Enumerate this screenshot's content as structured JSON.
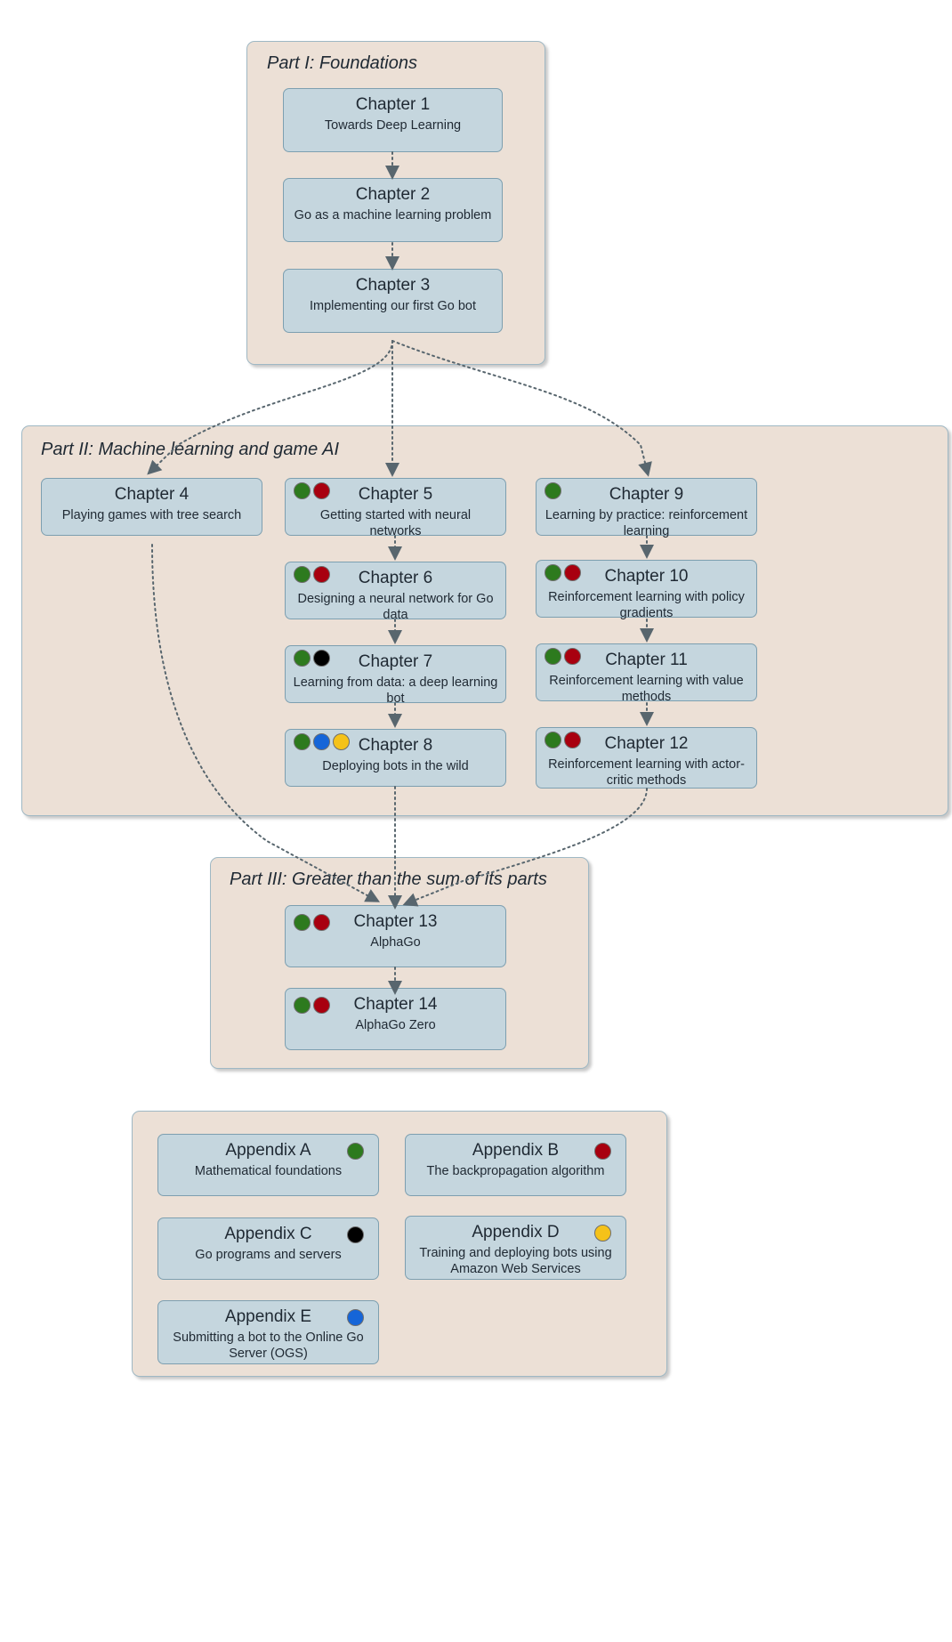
{
  "legend_colors": {
    "green": "#2d7a1e",
    "red": "#a8000f",
    "black": "#000000",
    "blue": "#1565d8",
    "yellow": "#f5c219"
  },
  "theme": {
    "cluster_fill": "#ece0d6",
    "cluster_border": "#9fb8c4",
    "node_fill": "#c5d6de",
    "node_border": "#7d9fb0",
    "text": "#1f2933",
    "edge": "#58666e"
  },
  "clusters": [
    {
      "id": "part1",
      "title": "Part I: Foundations"
    },
    {
      "id": "part2",
      "title": "Part II: Machine learning and game AI"
    },
    {
      "id": "part3",
      "title": "Part III: Greater than the sum of its parts"
    },
    {
      "id": "appendices",
      "title": ""
    }
  ],
  "chapters": [
    {
      "id": "ch1",
      "title": "Chapter 1",
      "subtitle": "Towards Deep Learning",
      "dots": []
    },
    {
      "id": "ch2",
      "title": "Chapter 2",
      "subtitle": "Go as a machine learning problem",
      "dots": []
    },
    {
      "id": "ch3",
      "title": "Chapter 3",
      "subtitle": "Implementing our first Go bot",
      "dots": []
    },
    {
      "id": "ch4",
      "title": "Chapter 4",
      "subtitle": "Playing games with tree search",
      "dots": []
    },
    {
      "id": "ch5",
      "title": "Chapter 5",
      "subtitle": "Getting started with neural networks",
      "dots": [
        "green",
        "red"
      ]
    },
    {
      "id": "ch6",
      "title": "Chapter 6",
      "subtitle": "Designing a neural network for Go data",
      "dots": [
        "green",
        "red"
      ]
    },
    {
      "id": "ch7",
      "title": "Chapter 7",
      "subtitle": "Learning from data: a deep learning bot",
      "dots": [
        "green",
        "black"
      ]
    },
    {
      "id": "ch8",
      "title": "Chapter 8",
      "subtitle": "Deploying bots in the wild",
      "dots": [
        "green",
        "blue",
        "yellow"
      ]
    },
    {
      "id": "ch9",
      "title": "Chapter 9",
      "subtitle": "Learning by practice: reinforcement learning",
      "dots": [
        "green"
      ]
    },
    {
      "id": "ch10",
      "title": "Chapter 10",
      "subtitle": "Reinforcement learning with policy gradients",
      "dots": [
        "green",
        "red"
      ]
    },
    {
      "id": "ch11",
      "title": "Chapter 11",
      "subtitle": "Reinforcement learning with value methods",
      "dots": [
        "green",
        "red"
      ]
    },
    {
      "id": "ch12",
      "title": "Chapter 12",
      "subtitle": "Reinforcement learning with actor-critic methods",
      "dots": [
        "green",
        "red"
      ]
    },
    {
      "id": "ch13",
      "title": "Chapter 13",
      "subtitle": "AlphaGo",
      "dots": [
        "green",
        "red"
      ]
    },
    {
      "id": "ch14",
      "title": "Chapter 14",
      "subtitle": "AlphaGo Zero",
      "dots": [
        "green",
        "red"
      ]
    }
  ],
  "appendices": [
    {
      "id": "apxA",
      "title": "Appendix A",
      "subtitle": "Mathematical foundations",
      "dots": [
        "green"
      ]
    },
    {
      "id": "apxB",
      "title": "Appendix B",
      "subtitle": "The backpropagation algorithm",
      "dots": [
        "red"
      ]
    },
    {
      "id": "apxC",
      "title": "Appendix C",
      "subtitle": "Go programs and servers",
      "dots": [
        "black"
      ]
    },
    {
      "id": "apxD",
      "title": "Appendix D",
      "subtitle": "Training and deploying bots using Amazon Web Services",
      "dots": [
        "yellow"
      ]
    },
    {
      "id": "apxE",
      "title": "Appendix E",
      "subtitle": "Submitting a bot to the Online Go Server (OGS)",
      "dots": [
        "blue"
      ]
    }
  ]
}
